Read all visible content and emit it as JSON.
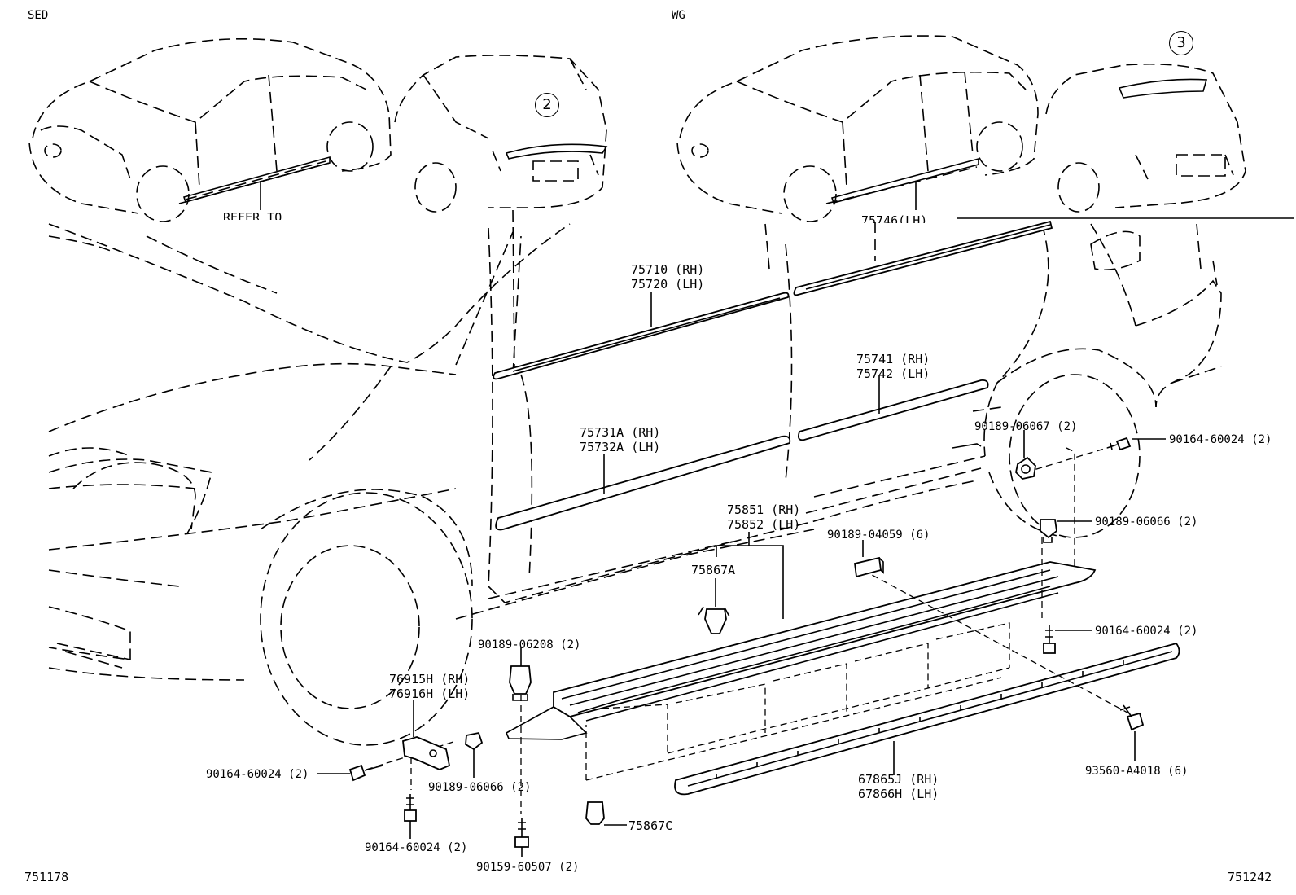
{
  "views": {
    "sedan": "SED",
    "wagon": "WG"
  },
  "callouts": {
    "sedan_spoiler": "2",
    "wagon_spoiler": "3"
  },
  "refer_to": {
    "sedan": "REFER TO",
    "wagon_partial": "75746(LH)"
  },
  "parts": {
    "p75710": "75710 (RH)\n75720 (LH)",
    "p75741": "75741 (RH)\n75742 (LH)",
    "p75731": "75731A (RH)\n75732A (LH)",
    "p75851": "75851 (RH)\n75852 (LH)",
    "p75867a": "75867A",
    "p90189_04059": "90189-04059 (6)",
    "p90189_06067": "90189-06067 (2)",
    "p90164_top_right": "90164-60024 (2)",
    "p90189_06066_right": "90189-06066 (2)",
    "p90164_mid_right": "90164-60024 (2)",
    "p90189_06208": "90189-06208 (2)",
    "p76915": "76915H (RH)\n76916H (LH)",
    "p90164_left": "90164-60024 (2)",
    "p90189_06066_left": "90189-06066 (2)",
    "p90164_bottom_left": "90164-60024 (2)",
    "p90159": "90159-60507 (2)",
    "p75867c": "75867C",
    "p67865": "67865J (RH)\n67866H (LH)",
    "p93560": "93560-A4018 (6)"
  },
  "figure_ids": {
    "left": "751178",
    "right": "751242"
  }
}
